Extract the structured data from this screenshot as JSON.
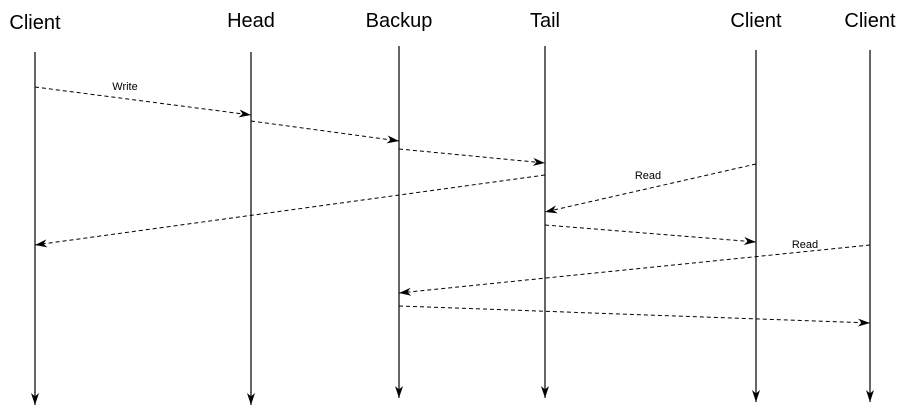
{
  "diagram": {
    "actors": [
      {
        "id": "client-1",
        "label": "Client"
      },
      {
        "id": "head",
        "label": "Head"
      },
      {
        "id": "backup",
        "label": "Backup"
      },
      {
        "id": "tail",
        "label": "Tail"
      },
      {
        "id": "client-2",
        "label": "Client"
      },
      {
        "id": "client-3",
        "label": "Client"
      }
    ],
    "messages": [
      {
        "id": "m1",
        "from": "client-1",
        "to": "head",
        "label": "Write"
      },
      {
        "id": "m2",
        "from": "head",
        "to": "backup",
        "label": ""
      },
      {
        "id": "m3",
        "from": "backup",
        "to": "tail",
        "label": ""
      },
      {
        "id": "m4",
        "from": "tail",
        "to": "client-1",
        "label": ""
      },
      {
        "id": "m5",
        "from": "client-2",
        "to": "tail",
        "label": "Read"
      },
      {
        "id": "m6",
        "from": "tail",
        "to": "client-2",
        "label": ""
      },
      {
        "id": "m7",
        "from": "client-3",
        "to": "backup",
        "label": "Read"
      },
      {
        "id": "m8",
        "from": "backup",
        "to": "client-3",
        "label": ""
      }
    ],
    "line_color": "#000000",
    "line_style": "dashed"
  }
}
